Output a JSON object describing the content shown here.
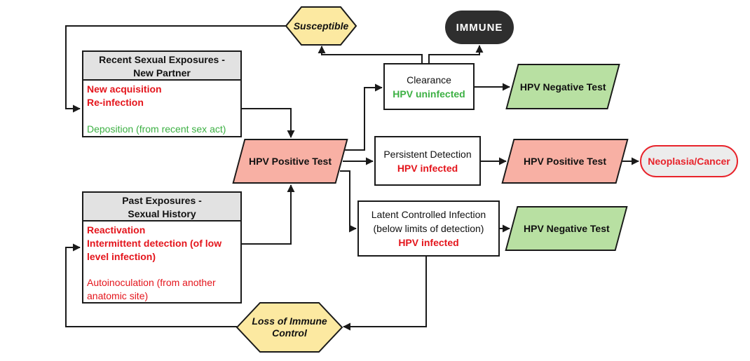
{
  "colors": {
    "yellow": "#fce9a1",
    "pink": "#f8b0a4",
    "green-fill": "#b8e0a2",
    "gray-header": "#e2e2e2",
    "dark-pill": "#2e2e2e",
    "red": "#e4151c",
    "green-text": "#3cb043",
    "neoplasia-red": "#e8232b",
    "neoplasia-bg": "#ececec",
    "line": "#1a1a1a"
  },
  "nodes": {
    "susceptible": {
      "label": "Susceptible"
    },
    "immune": {
      "label": "IMMUNE"
    },
    "recent_exposures": {
      "title_line1": "Recent Sexual Exposures -",
      "title_line2": "New Partner",
      "red_line1": "New acquisition",
      "red_line2": "Re-infection",
      "green_line": "Deposition (from recent sex act)"
    },
    "hpv_positive_center": {
      "label": "HPV Positive Test"
    },
    "clearance": {
      "line1": "Clearance",
      "line2": "HPV uninfected"
    },
    "hpv_negative_top": {
      "label": "HPV Negative Test"
    },
    "persistent_detection": {
      "line1": "Persistent Detection",
      "line2": "HPV infected"
    },
    "hpv_positive_right": {
      "label": "HPV Positive Test"
    },
    "neoplasia": {
      "label": "Neoplasia/Cancer"
    },
    "latent_infection": {
      "line1": "Latent Controlled Infection",
      "line2": "(below limits of detection)",
      "line3": "HPV infected"
    },
    "hpv_negative_bottom": {
      "label": "HPV Negative Test"
    },
    "past_exposures": {
      "title_line1": "Past Exposures -",
      "title_line2": "Sexual History",
      "red_bold_line1": "Reactivation",
      "red_bold_line2": "Intermittent detection (of low level infection)",
      "red_line": "Autoinoculation (from another anatomic site)"
    },
    "loss_of_immune_control": {
      "label": "Loss of Immune Control"
    }
  }
}
